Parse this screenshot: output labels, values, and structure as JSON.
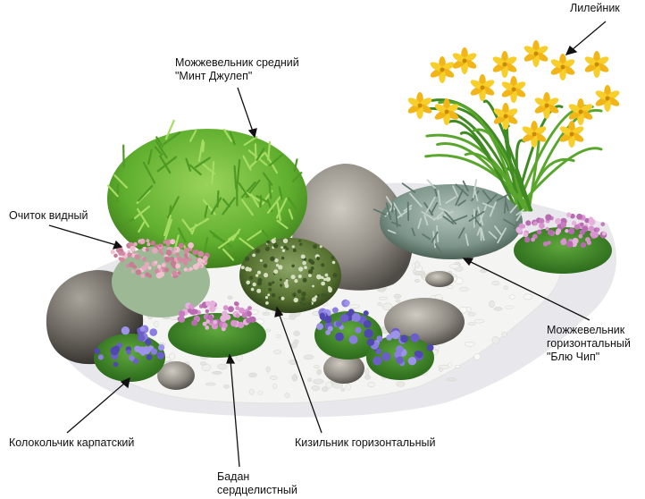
{
  "labels": {
    "daylily": "Лилейник",
    "juniper_mint_line1": "Можжевельник средний",
    "juniper_mint_line2": "\"Минт Джулеп\"",
    "sedum": "Очиток видный",
    "juniper_blue_line1": "Можжевельник",
    "juniper_blue_line2": "горизонтальный",
    "juniper_blue_line3": "\"Блю Чип\"",
    "bellflower": "Колокольчик карпатский",
    "cotoneaster": "Кизильник горизонтальный",
    "bergenia_line1": "Бадан",
    "bergenia_line2": "сердцелистный"
  },
  "colors": {
    "background": "#ffffff",
    "shadow": "#e6e6ea",
    "gravel": "#f3f3f1",
    "stone": "#8a8680",
    "juniper_mint": "#6fbf3a",
    "juniper_blue": "#7f9a8c",
    "daylily_flower": "#f6c21c",
    "sedum_flower": "#d89bb0",
    "bergenia_flower": "#d48fc8",
    "bellflower_flower": "#6b5fc8",
    "cotoneaster_leaf": "#5e7a3c",
    "leader_line": "#111111"
  }
}
